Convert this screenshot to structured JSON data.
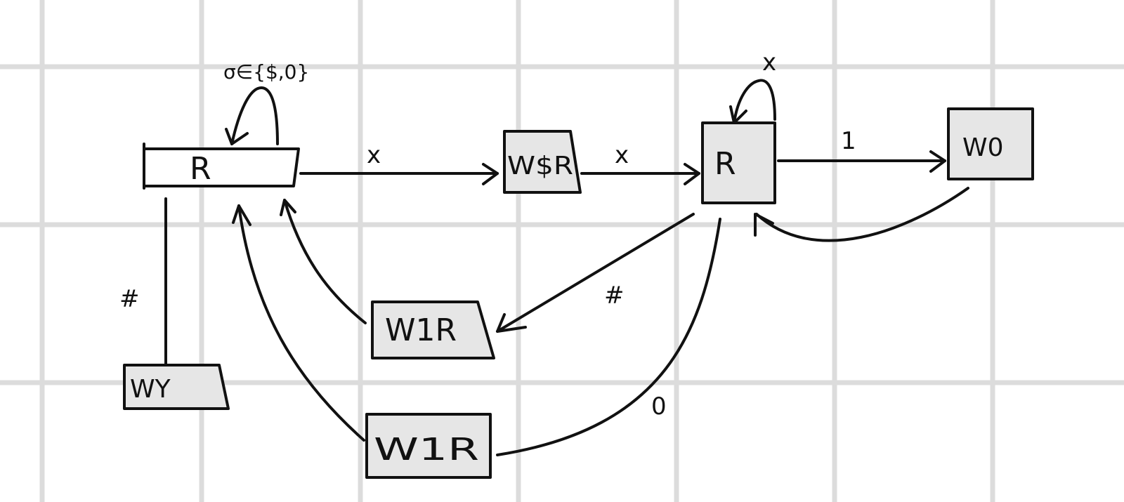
{
  "colors": {
    "background": "#ffffff",
    "grid": "#dcdcdc",
    "node_fill": "#e6e6e6",
    "ink": "#111111"
  },
  "nodes": {
    "start": {
      "label": "R"
    },
    "write_dollar": {
      "label": "W$R"
    },
    "middle": {
      "label": "R"
    },
    "write_zero": {
      "label": "W0"
    },
    "write_one_upper": {
      "label": "W1R"
    },
    "write_one_lower": {
      "label": "W1R"
    },
    "write_y": {
      "label": "WY"
    }
  },
  "edges": {
    "start_loop": {
      "label": "σ∈{$,0}"
    },
    "start_to_wdollar": {
      "label": "x"
    },
    "wdollar_to_middle": {
      "label": "x"
    },
    "middle_loop": {
      "label": "x"
    },
    "middle_to_wzero": {
      "label": "1"
    },
    "middle_to_wone_upper": {
      "label": "#"
    },
    "middle_to_wone_lower": {
      "label": "0"
    },
    "start_to_wy": {
      "label": "#"
    }
  }
}
